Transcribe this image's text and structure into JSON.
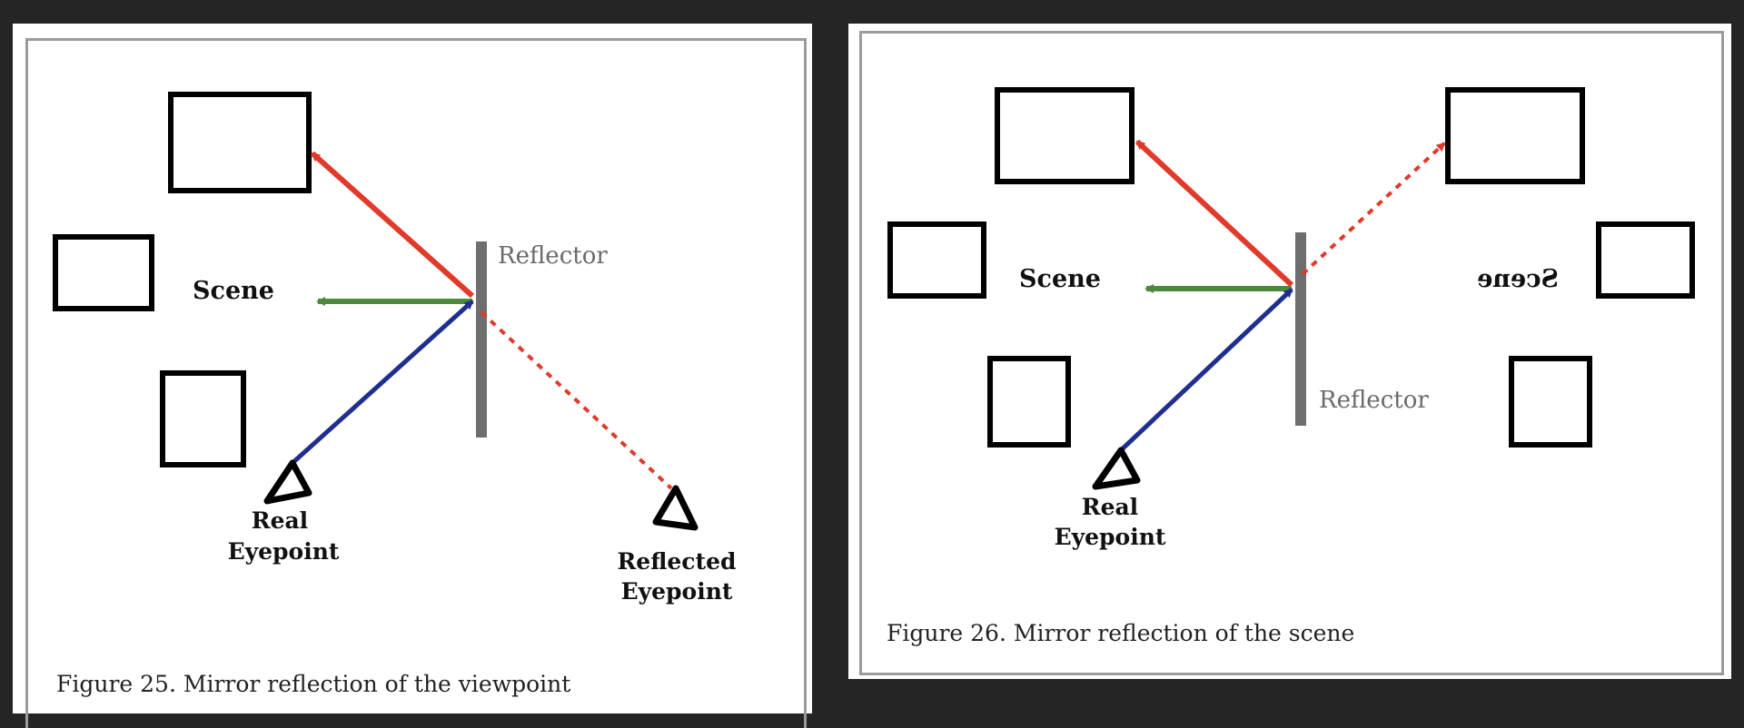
{
  "figures": [
    {
      "caption": "Figure 25. Mirror reflection of the viewpoint",
      "labels": {
        "scene": "Scene",
        "reflector": "Reflector",
        "real_eyepoint_line1": "Real",
        "real_eyepoint_line2": "Eyepoint",
        "reflected_eyepoint_line1": "Reflected",
        "reflected_eyepoint_line2": "Eyepoint"
      }
    },
    {
      "caption": "Figure 26. Mirror reflection of the scene",
      "labels": {
        "scene": "Scene",
        "scene_mirrored": "Scene",
        "reflector": "Reflector",
        "real_eyepoint_line1": "Real",
        "real_eyepoint_line2": "Eyepoint"
      }
    }
  ],
  "colors": {
    "red_ray": "#e03a2a",
    "green_ray": "#4a8a3a",
    "blue_ray": "#1f2f8f",
    "reflector": "#6e6e6e",
    "background": "#252525"
  }
}
